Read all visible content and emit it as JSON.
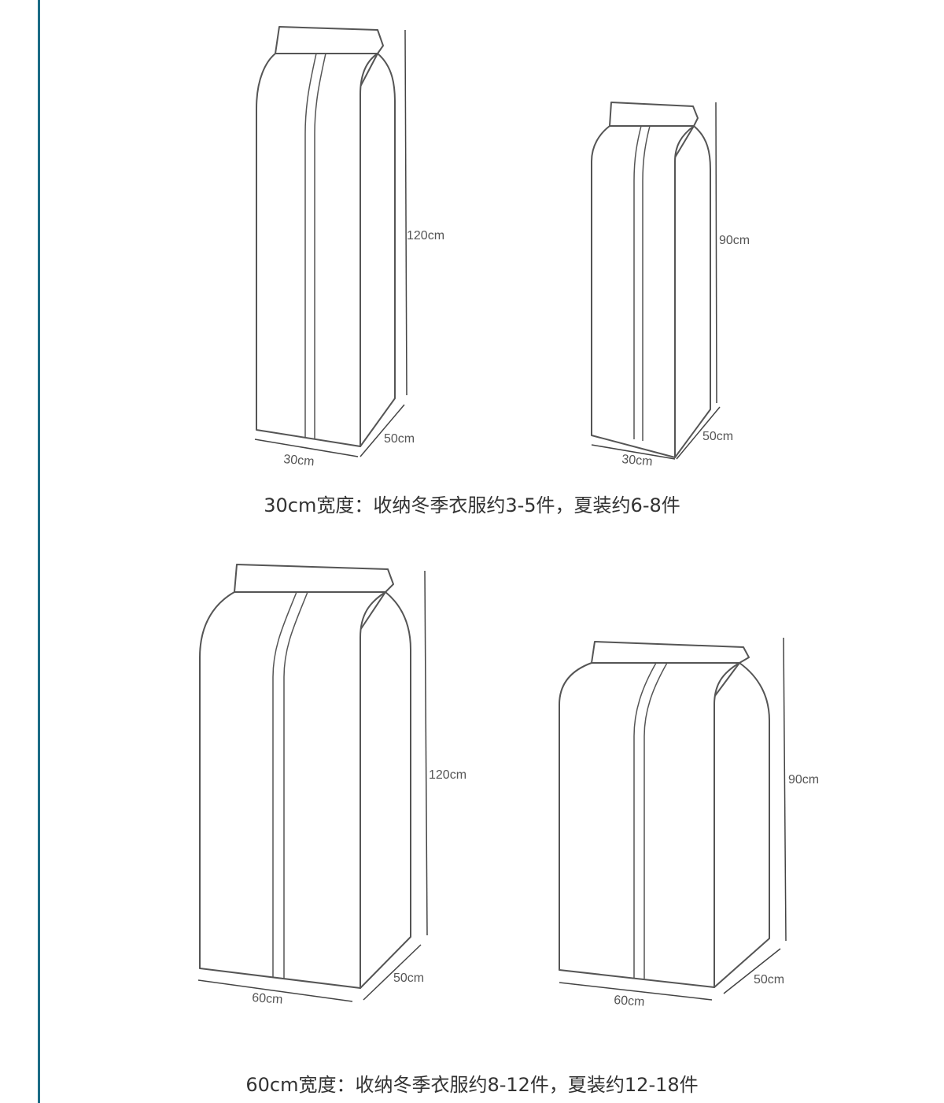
{
  "colors": {
    "accent_rule": "#1c6c86",
    "outline": "#555555",
    "caption_text": "#333333"
  },
  "sections": [
    {
      "caption": "30cm宽度：收纳冬季衣服约3-5件，夏装约6-8件",
      "bags": [
        {
          "height_label": "120cm",
          "width_label": "30cm",
          "depth_label": "50cm"
        },
        {
          "height_label": "90cm",
          "width_label": "30cm",
          "depth_label": "50cm"
        }
      ]
    },
    {
      "caption": "60cm宽度：收纳冬季衣服约8-12件，夏装约12-18件",
      "bags": [
        {
          "height_label": "120cm",
          "width_label": "60cm",
          "depth_label": "50cm"
        },
        {
          "height_label": "90cm",
          "width_label": "60cm",
          "depth_label": "50cm"
        }
      ]
    }
  ]
}
